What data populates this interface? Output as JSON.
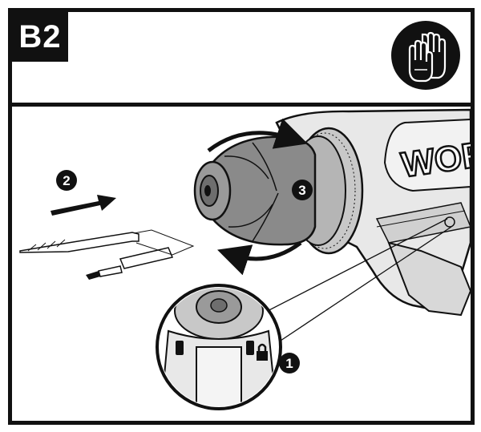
{
  "step": {
    "label": "B2"
  },
  "brand": {
    "logo_text": "WOR"
  },
  "markers": [
    {
      "number": "1"
    },
    {
      "number": "2"
    },
    {
      "number": "3"
    }
  ],
  "icons": {
    "header": "gloves-icon",
    "lock": "padlock-icon",
    "direction": "arrow-right-icon",
    "rotation": "rotate-clockwise-icon"
  },
  "colors": {
    "ink": "#111111",
    "background": "#ffffff",
    "chuck_fill": "#8a8a8a",
    "body_fill": "#e8e8e8"
  }
}
